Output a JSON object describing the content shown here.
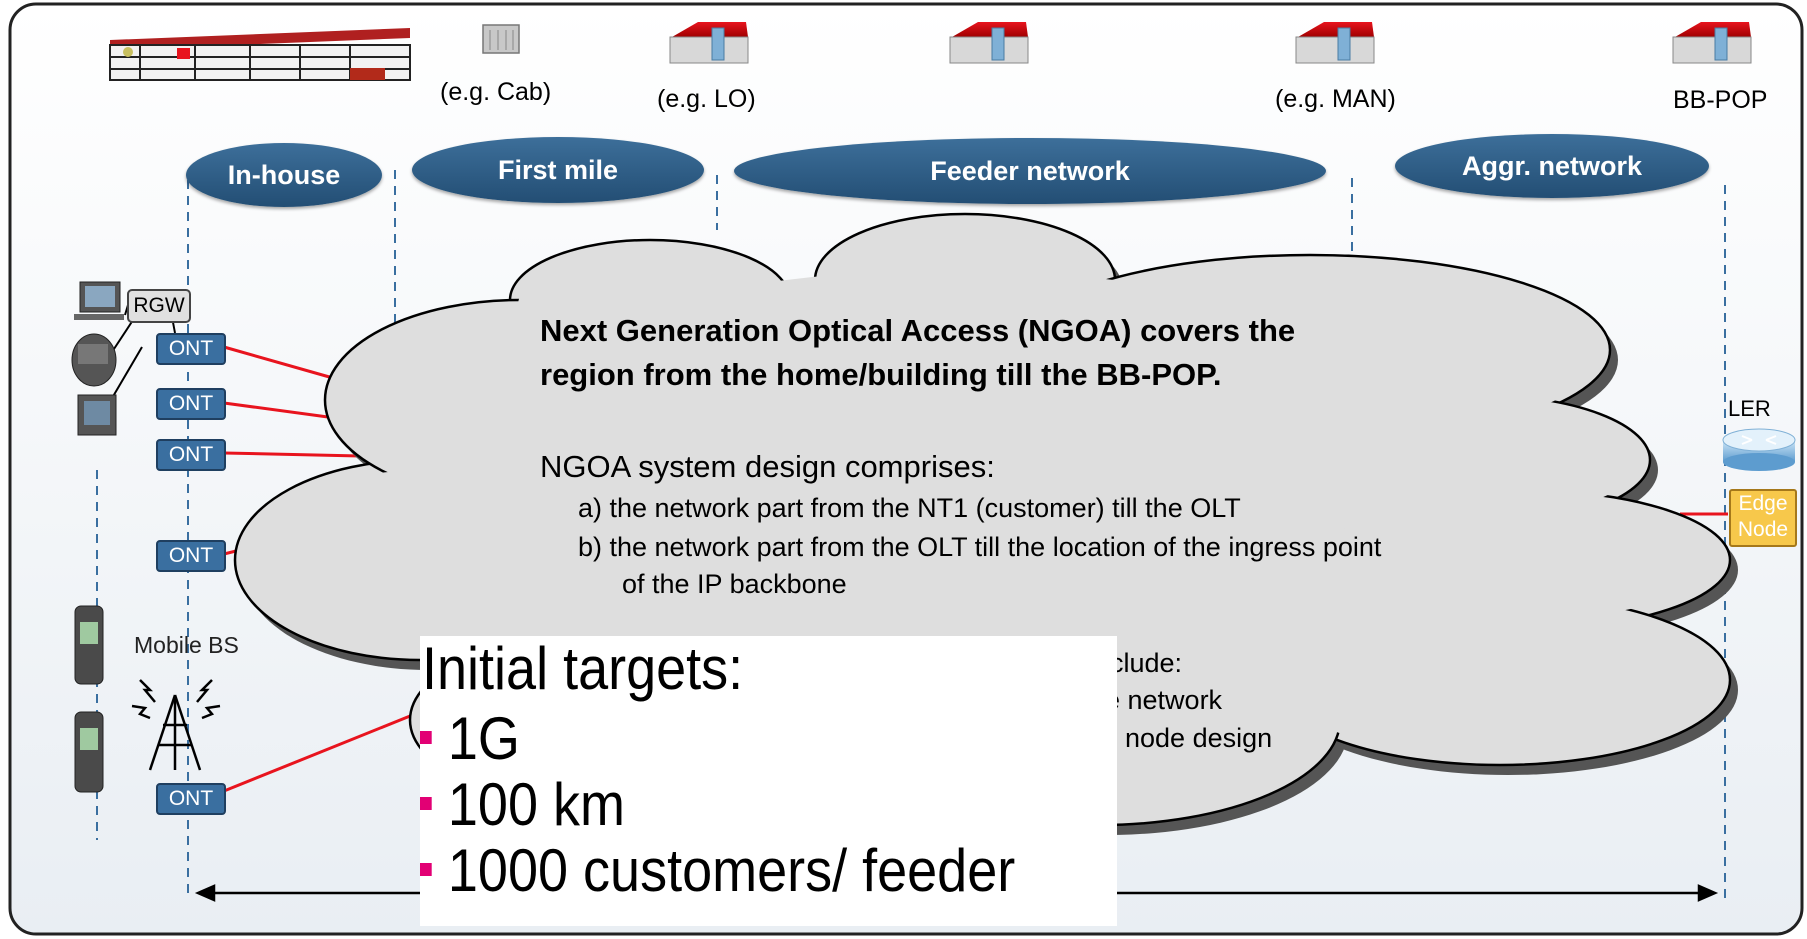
{
  "locations": {
    "cab": "(e.g. Cab)",
    "lo": "(e.g. LO)",
    "man": "(e.g. MAN)",
    "bbpop": "BB-POP"
  },
  "segments": {
    "inhouse": "In-house",
    "firstmile": "First mile",
    "feeder": "Feeder network",
    "aggr": "Aggr. network"
  },
  "devices": {
    "rgw": "RGW",
    "ont": "ONT",
    "mobile_bs": "Mobile BS",
    "ler": "LER",
    "edge_node_line1": "Edge",
    "edge_node_line2": "Node"
  },
  "cloud": {
    "title_line1": "Next Generation Optical Access (NGOA) covers the",
    "title_line2": "region from the home/building till the BB-POP.",
    "design_intro": "NGOA system design comprises:",
    "item_a": "a)  the network part from the NT1 (customer) till the OLT",
    "item_b_line1": "b)  the network part from the OLT till the location of the ingress point",
    "item_b_line2": "of the IP backbone",
    "partial_1": "clude:",
    "partial_2": "e network",
    "partial_3": "node design"
  },
  "targets": {
    "heading": "Initial targets:",
    "items": [
      "1G",
      "100 km",
      "1000 customers/ feeder"
    ]
  },
  "colors": {
    "ellipse_blue": "#2f5f8a",
    "ont_blue": "#3a6fa0",
    "fiber_red": "#e8141e",
    "bullet_magenta": "#e20074",
    "edge_node_yellow": "#f7c84b",
    "dashed_line": "#3a6fa0"
  }
}
